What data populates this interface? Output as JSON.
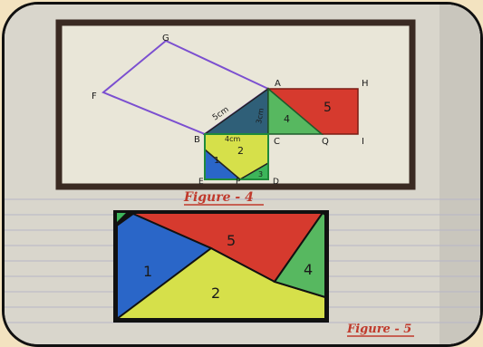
{
  "figure4": {
    "caption": "Figure - 4",
    "points": {
      "A": "A",
      "B": "B",
      "C": "C",
      "D": "D",
      "E": "E",
      "F": "F",
      "G": "G",
      "H": "H",
      "I": "I",
      "P": "P",
      "Q": "Q"
    },
    "measures": {
      "hyp": "5cm",
      "vert": "3cm",
      "base": "4cm"
    },
    "piece_numbers": {
      "p1": "1",
      "p2": "2",
      "p3": "3",
      "p4": "4",
      "p5": "5"
    }
  },
  "figure5": {
    "caption": "Figure - 5",
    "piece_numbers": {
      "p1": "1",
      "p2": "2",
      "p4": "4",
      "p5": "5"
    }
  },
  "colors": {
    "frame_border": "#111111",
    "paper": "#ece8da",
    "piece1": "#2a66c8",
    "piece2": "#d6e04a",
    "piece3": "#3db55a",
    "piece4": "#57b860",
    "piece5": "#d63a2e",
    "square_outline": "#7b4fd0",
    "caption": "#c0392b"
  }
}
